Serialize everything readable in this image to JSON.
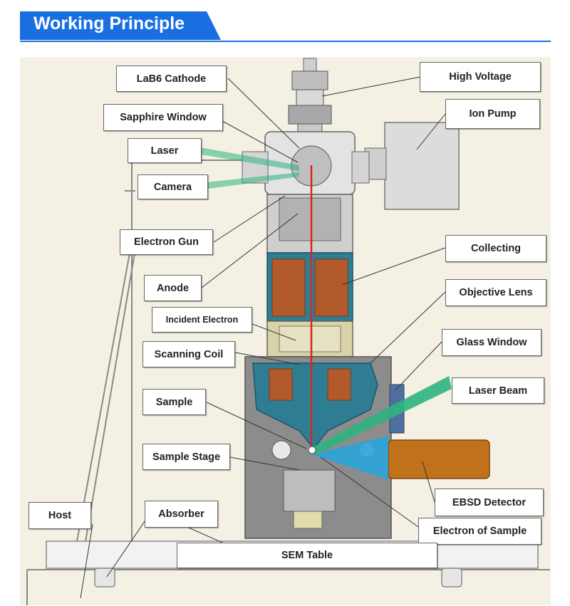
{
  "header": {
    "title": "Working Principle"
  },
  "labels": {
    "lab6_cathode": "LaB6 Cathode",
    "high_voltage": "High Voltage",
    "sapphire_window": "Sapphire Window",
    "ion_pump": "Ion Pump",
    "laser": "Laser",
    "camera": "Camera",
    "electron_gun": "Electron Gun",
    "collecting": "Collecting",
    "anode": "Anode",
    "objective_lens": "Objective Lens",
    "incident_electron": "Incident Electron",
    "glass_window": "Glass Window",
    "scanning_coil": "Scanning Coil",
    "laser_beam": "Laser Beam",
    "sample": "Sample",
    "sample_stage": "Sample Stage",
    "ebsd_detector": "EBSD Detector",
    "host": "Host",
    "absorber": "Absorber",
    "electron_of_sample": "Electron of Sample",
    "sem_table": "SEM Table"
  },
  "colors": {
    "header_blue": "#1a6fe0",
    "panel_bg": "#f4f1e4",
    "body_grey": "#d4d4d4",
    "dark_grey": "#8c8c8c",
    "coil_copper": "#b35a2c",
    "coil_housing_teal": "#2f7d92",
    "electron_beam_red": "#d8261b",
    "laser_green": "#2fb27f",
    "ebsd_cone_blue": "#29a4d8",
    "ebsd_detector_orange": "#c2711b"
  }
}
